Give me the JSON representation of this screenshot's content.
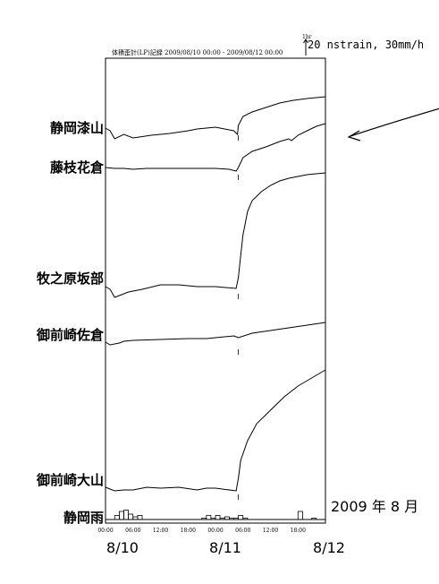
{
  "chart_data": {
    "type": "line",
    "title": "体積歪計(LP)記録 2009/08/10 00:00 - 2009/08/12 00:00",
    "scale_label": "20 nstrain, 30mm/h",
    "scale_mark": "1hr",
    "x_unit": "hours from 2009/08/10 00:00",
    "x_range": [
      0,
      48
    ],
    "event_hour": 29,
    "x_tick_labels": [
      "00:00",
      "06:00",
      "12:00",
      "18:00",
      "00:00",
      "06:00",
      "12:00",
      "18:00"
    ],
    "date_labels": [
      "8/10",
      "8/11",
      "8/12"
    ],
    "series": [
      {
        "name": "静岡漆山",
        "x": [
          0,
          1,
          2,
          4,
          6,
          10,
          14,
          18,
          20,
          22,
          24,
          26,
          28,
          28.8,
          29,
          30,
          32,
          35,
          38,
          41,
          44,
          46,
          48
        ],
        "y": [
          0,
          -3,
          -12,
          -7,
          -11,
          -8,
          -6,
          -3,
          -1,
          0,
          1,
          -1,
          -3,
          -7,
          3,
          13,
          18,
          23,
          28,
          31,
          33,
          34,
          35
        ]
      },
      {
        "name": "藤枝花倉",
        "x": [
          0,
          2,
          4,
          6,
          9,
          12,
          16,
          20,
          24,
          27,
          28.5,
          29,
          30,
          32,
          35,
          38,
          40,
          40.6,
          42,
          44,
          46,
          48
        ],
        "y": [
          0,
          -1,
          -1,
          -2,
          -1,
          -1,
          -1,
          -1,
          -1,
          -2,
          -4,
          0,
          11,
          18,
          23,
          29,
          32,
          30,
          36,
          41,
          46,
          49
        ]
      },
      {
        "name": "牧之原坂部",
        "x": [
          0,
          1,
          2,
          3,
          5,
          8,
          12,
          16,
          20,
          24,
          28.5,
          29,
          29.4,
          30,
          31,
          32,
          34,
          36,
          38,
          40,
          42,
          44,
          46,
          48
        ],
        "y": [
          0,
          -3,
          -12,
          -10,
          -6,
          -3,
          2,
          2,
          0,
          0,
          -2,
          10,
          30,
          58,
          84,
          96,
          106,
          113,
          118,
          121,
          123,
          125,
          126,
          127
        ]
      },
      {
        "name": "御前崎佐倉",
        "x": [
          0,
          1,
          3,
          4,
          6,
          12,
          18,
          22,
          24,
          28,
          29,
          32,
          36,
          40,
          44,
          48
        ],
        "y": [
          0,
          -3,
          -1,
          1,
          2,
          3,
          4,
          4,
          5,
          7,
          5,
          10,
          13,
          16,
          19,
          22
        ]
      },
      {
        "name": "御前崎大山",
        "x": [
          0,
          1,
          2,
          4,
          6,
          9,
          12,
          16,
          20,
          22,
          24,
          28.5,
          29,
          29.5,
          31,
          33,
          36,
          39,
          42,
          45,
          48
        ],
        "y": [
          0,
          -2,
          -4,
          -3,
          -3,
          0,
          -1,
          0,
          -3,
          -1,
          -1,
          -4,
          10,
          30,
          52,
          71,
          86,
          101,
          113,
          122,
          131
        ]
      }
    ],
    "rain": {
      "name": "静岡雨",
      "x": [
        2,
        3,
        4,
        5,
        6,
        7,
        21,
        22,
        23,
        24,
        25,
        26,
        27,
        28,
        29,
        30,
        42,
        45
      ],
      "y": [
        3,
        6,
        7,
        4,
        2,
        3,
        1,
        3,
        1,
        3,
        1,
        2,
        1,
        1,
        3,
        1,
        6,
        1
      ]
    },
    "grid": false
  },
  "caption": "2009 年 8 月"
}
